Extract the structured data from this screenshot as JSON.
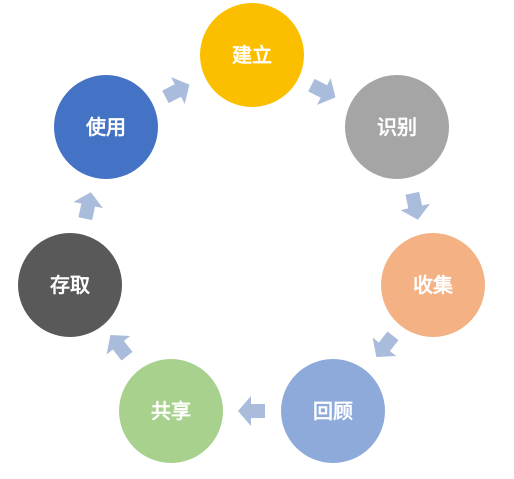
{
  "diagram": {
    "type": "cycle",
    "colors": {
      "arrow": "#a9bcdc",
      "background": "#ffffff",
      "label_text": "#ffffff"
    },
    "stages": [
      {
        "id": "stage-1",
        "label": "建立",
        "color": "#fcbf00"
      },
      {
        "id": "stage-2",
        "label": "识别",
        "color": "#a5a5a5"
      },
      {
        "id": "stage-3",
        "label": "收集",
        "color": "#f4b183"
      },
      {
        "id": "stage-4",
        "label": "回顾",
        "color": "#8eaadb"
      },
      {
        "id": "stage-5",
        "label": "共享",
        "color": "#a9d18e"
      },
      {
        "id": "stage-6",
        "label": "存取",
        "color": "#595959"
      },
      {
        "id": "stage-7",
        "label": "使用",
        "color": "#4472c4"
      }
    ],
    "arrows": [
      {
        "from": "建立",
        "to": "识别"
      },
      {
        "from": "识别",
        "to": "收集"
      },
      {
        "from": "收集",
        "to": "回顾"
      },
      {
        "from": "回顾",
        "to": "共享"
      },
      {
        "from": "共享",
        "to": "存取"
      },
      {
        "from": "存取",
        "to": "使用"
      },
      {
        "from": "使用",
        "to": "建立"
      }
    ]
  }
}
